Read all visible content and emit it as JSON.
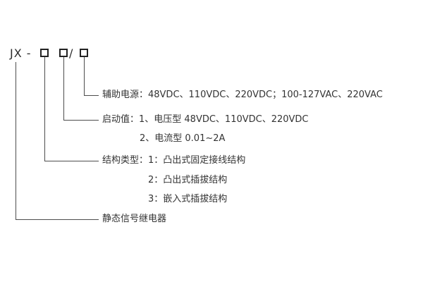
{
  "diagram": {
    "title_prefix": "JX -",
    "separator": "/",
    "rows": {
      "aux_power": "辅助电源：48VDC、110VDC、220VDC；100-127VAC、220VAC",
      "start_value_line1": "启动值：1、电压型  48VDC、110VDC、220VDC",
      "start_value_line2": "2、电流型  0.01~2A",
      "structure_line1": "结构类型：1：凸出式固定接线结构",
      "structure_line2": "2：凸出式插拔结构",
      "structure_line3": "3：嵌入式插拔结构",
      "relay_name": "静态信号继电器"
    },
    "colors": {
      "text": "#333333",
      "line": "#4d4d4d"
    }
  }
}
